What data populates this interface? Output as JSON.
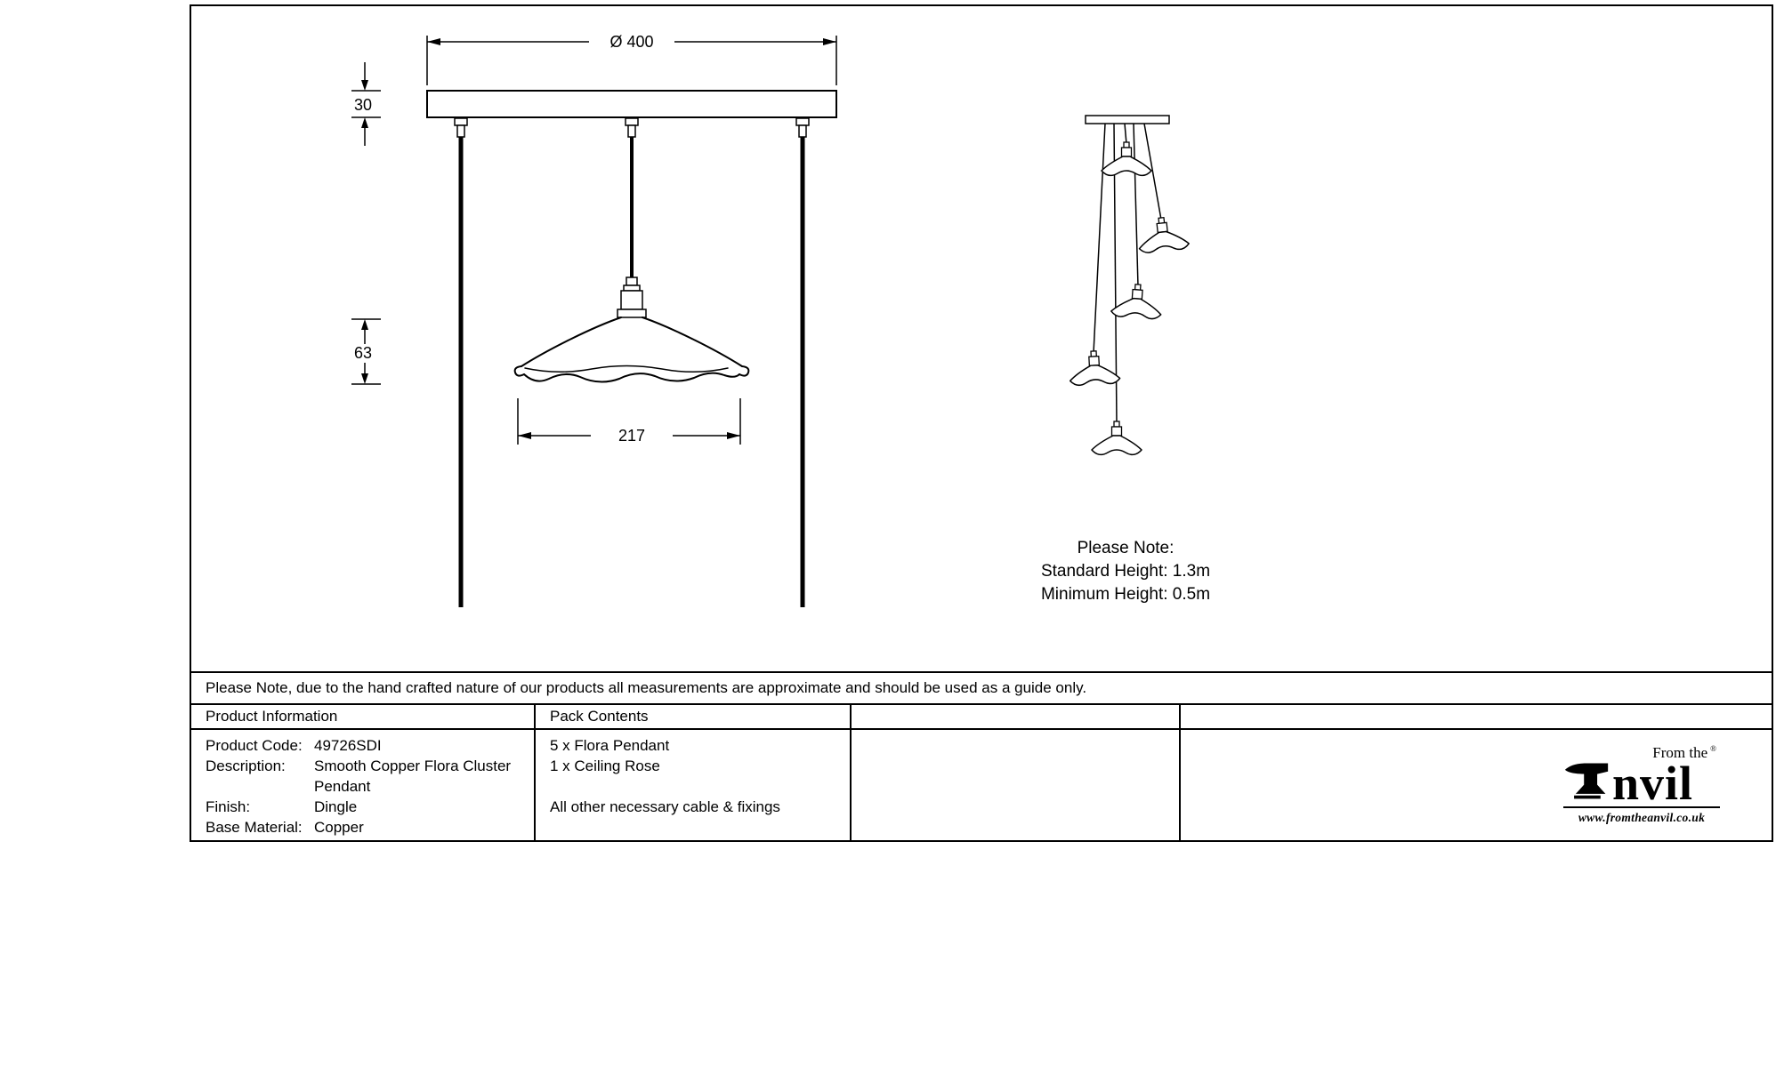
{
  "colors": {
    "line": "#000000",
    "background": "#ffffff"
  },
  "drawing": {
    "dim_diameter": "Ø 400",
    "dim_plate_height": "30",
    "dim_shade_height": "63",
    "dim_shade_width": "217",
    "note": {
      "title": "Please Note:",
      "standard_height": "Standard Height: 1.3m",
      "minimum_height": "Minimum Height: 0.5m"
    }
  },
  "disclaimer": "Please Note, due to the hand crafted nature of our products all measurements are approximate and should be used as a guide only.",
  "table": {
    "headers": {
      "product_information": "Product Information",
      "pack_contents": "Pack Contents"
    },
    "product_information": {
      "product_code_label": "Product Code:",
      "product_code_value": "49726SDI",
      "description_label": "Description:",
      "description_value": "Smooth Copper Flora Cluster Pendant",
      "finish_label": "Finish:",
      "finish_value": "Dingle",
      "base_material_label": "Base Material:",
      "base_material_value": "Copper"
    },
    "pack_contents": [
      "5 x Flora Pendant",
      "1 x Ceiling Rose",
      "All other necessary cable & fixings"
    ]
  },
  "logo": {
    "from_the": "From the",
    "registered": "®",
    "anvil_text": "nvil",
    "url": "www.fromtheanvil.co.uk"
  }
}
